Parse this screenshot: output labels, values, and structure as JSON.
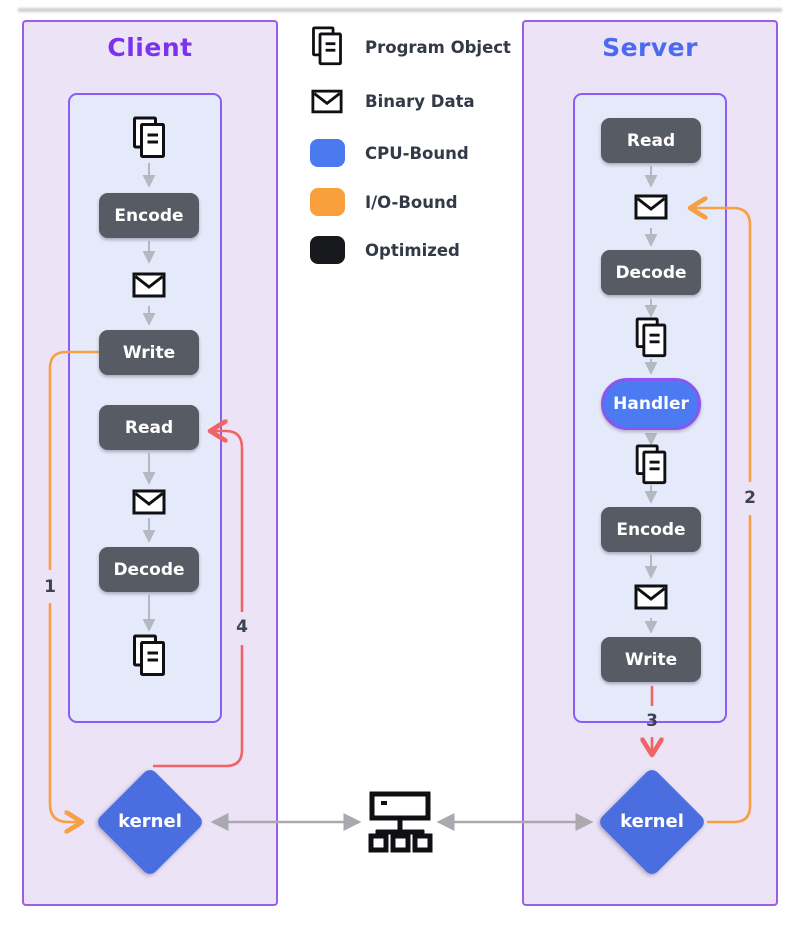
{
  "legend": {
    "items": [
      {
        "icon": "program-object-icon",
        "label": "Program Object"
      },
      {
        "icon": "binary-data-icon",
        "label": "Binary Data"
      },
      {
        "icon": "cpu-bound-swatch",
        "label": "CPU-Bound",
        "color": "#4b79f0"
      },
      {
        "icon": "io-bound-swatch",
        "label": "I/O-Bound",
        "color": "#f7a03c"
      },
      {
        "icon": "optimized-swatch",
        "label": "Optimized",
        "color": "#17191d"
      }
    ]
  },
  "client": {
    "title": "Client",
    "nodes": {
      "encode": "Encode",
      "write": "Write",
      "read": "Read",
      "decode": "Decode"
    },
    "kernel": "kernel"
  },
  "server": {
    "title": "Server",
    "nodes": {
      "read": "Read",
      "decode": "Decode",
      "handler": "Handler",
      "encode": "Encode",
      "write": "Write"
    },
    "kernel": "kernel"
  },
  "edge_labels": {
    "step1": "1",
    "step2": "2",
    "step3": "3",
    "step4": "4"
  },
  "colors": {
    "client_title": "#7c33ee",
    "server_title": "#4a6af0",
    "panel_fill": "#ece3f7",
    "panel_border": "#9a5fe8",
    "inner_fill": "#e5eafa",
    "inner_border": "#8b5cf6",
    "node_gray": "#575b63",
    "kernel_blue": "#4a6ee0",
    "handler_blue": "#4b7af2",
    "handler_border": "#8b55f0",
    "io_orange": "#f79f43",
    "cpu_blue": "#4b79f0",
    "optimized_black": "#17191d",
    "red_edge": "#ef6565"
  }
}
